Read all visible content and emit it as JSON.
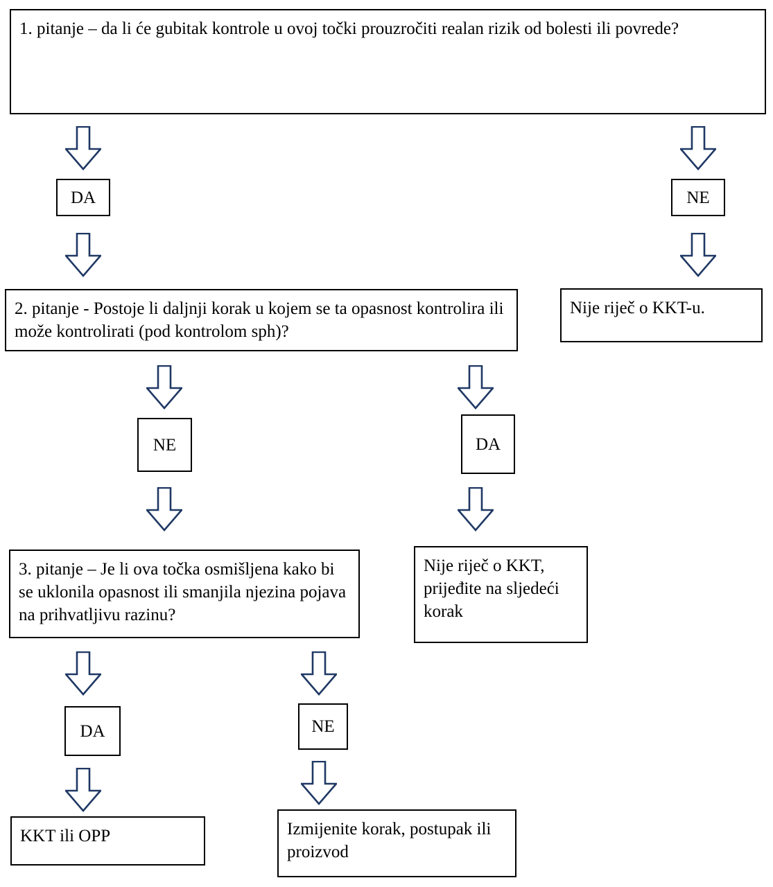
{
  "diagram": {
    "title": "HACCP stablo odlucivanja",
    "colors": {
      "box_border": "#000000",
      "arrow_stroke": "#1F3864",
      "arrow_fill": "#FFFFFF",
      "text": "#000000",
      "background": "#FFFFFF"
    },
    "nodes": [
      {
        "id": "q1",
        "name": "question-1-box",
        "text": "1. pitanje – da li će gubitak kontrole u ovoj točki prouzročiti realan rizik od bolesti ili povrede?"
      },
      {
        "id": "da1",
        "name": "label-da-q1",
        "text": "DA"
      },
      {
        "id": "ne1",
        "name": "label-ne-q1",
        "text": "NE"
      },
      {
        "id": "q2",
        "name": "question-2-box",
        "text": "2. pitanje - Postoje li daljnji korak u kojem se ta opasnost kontrolira ili može kontrolirati (pod kontrolom sph)?"
      },
      {
        "id": "out1",
        "name": "outcome-nije-kkt-u",
        "text": "Nije riječ o KKT-u."
      },
      {
        "id": "ne2",
        "name": "label-ne-q2",
        "text": "NE"
      },
      {
        "id": "da2",
        "name": "label-da-q2",
        "text": "DA"
      },
      {
        "id": "q3",
        "name": "question-3-box",
        "text": "3. pitanje – Je li ova točka osmišljena kako bi se uklonila opasnost ili smanjila njezina pojava na prihvatljivu razinu?"
      },
      {
        "id": "out2",
        "name": "outcome-nije-kkt-sljedeci-korak",
        "text": "Nije riječ o KKT, prijeđite na sljedeći korak"
      },
      {
        "id": "da3",
        "name": "label-da-q3",
        "text": "DA"
      },
      {
        "id": "ne3",
        "name": "label-ne-q3",
        "text": "NE"
      },
      {
        "id": "out3",
        "name": "outcome-kkt-ili-opp",
        "text": "KKT ili OPP"
      },
      {
        "id": "out4",
        "name": "outcome-izmijenite-korak",
        "text": "Izmijenite korak, postupak ili proizvod"
      }
    ],
    "arrows": [
      {
        "id": "a1",
        "name": "down-arrow-q1-to-da"
      },
      {
        "id": "a2",
        "name": "down-arrow-q1-to-ne"
      },
      {
        "id": "a3",
        "name": "down-arrow-da-to-q2"
      },
      {
        "id": "a4",
        "name": "down-arrow-ne-to-nije-kkt-u"
      },
      {
        "id": "a5",
        "name": "down-arrow-q2-to-ne"
      },
      {
        "id": "a6",
        "name": "down-arrow-q2-to-da"
      },
      {
        "id": "a7",
        "name": "down-arrow-ne-to-q3"
      },
      {
        "id": "a8",
        "name": "down-arrow-da-to-sljedeci-korak"
      },
      {
        "id": "a9",
        "name": "down-arrow-q3-to-da"
      },
      {
        "id": "a10",
        "name": "down-arrow-q3-to-ne"
      },
      {
        "id": "a11",
        "name": "down-arrow-da-to-kkt-ili-opp"
      },
      {
        "id": "a12",
        "name": "down-arrow-ne-to-izmijenite-korak"
      }
    ]
  }
}
